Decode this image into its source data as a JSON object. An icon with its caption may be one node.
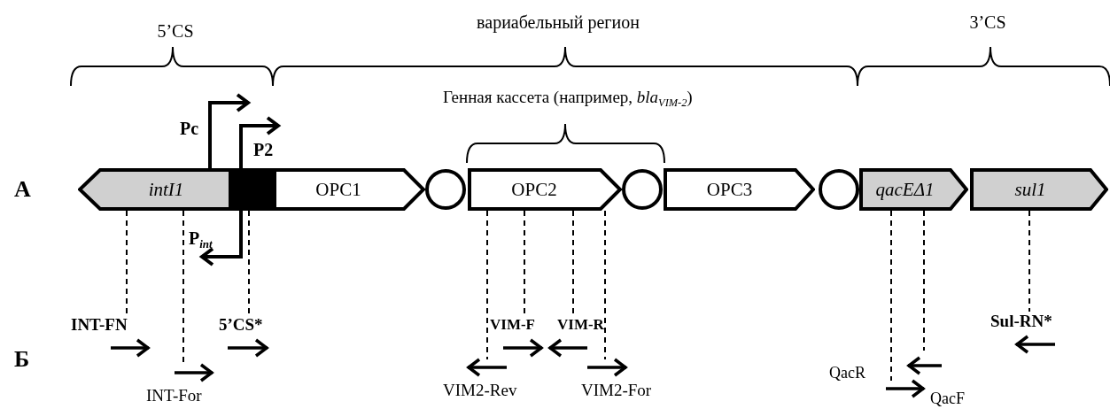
{
  "diagram": {
    "nodes": [
      {
        "text": [
          "intI1"
        ]
      },
      {
        "text": [],
        "shape": "box"
      },
      {
        "text": [
          "OPC1"
        ]
      },
      {
        "text": [],
        "shape": "circle"
      },
      {
        "text": [
          "OPC2"
        ]
      },
      {
        "text": [],
        "shape": "circle"
      },
      {
        "text": [
          "OPC3"
        ]
      },
      {
        "text": [],
        "shape": "circle"
      },
      {
        "text": [
          "qacEΔ1"
        ]
      },
      {
        "text": [
          "sul1"
        ]
      },
      {
        "text": [
          "INT-FN"
        ]
      },
      {
        "text": [
          "5’CS*"
        ]
      },
      {
        "text": [
          "VIM-F"
        ]
      },
      {
        "text": [
          "VIM-R"
        ]
      },
      {
        "text": [
          "Sul-RN*"
        ]
      },
      {
        "text": [
          "INT-For"
        ]
      },
      {
        "text": [
          "VIM2-Rev"
        ]
      },
      {
        "text": [
          "VIM2-For"
        ]
      },
      {
        "text": [
          "QacR"
        ]
      },
      {
        "text": [
          "QacF"
        ]
      }
    ],
    "edges": [
      {
        "from": 0,
        "to": 10,
        "arrow": "none",
        "style": "dashed"
      },
      {
        "from": 0,
        "to": 15,
        "arrow": "none",
        "style": "dashed"
      },
      {
        "from": 1,
        "to": 11,
        "arrow": "none",
        "style": "dashed"
      },
      {
        "from": 4,
        "to": 16,
        "arrow": "none",
        "style": "dashed"
      },
      {
        "from": 4,
        "to": 12,
        "arrow": "none",
        "style": "dashed"
      },
      {
        "from": 4,
        "to": 13,
        "arrow": "none",
        "style": "dashed"
      },
      {
        "from": 4,
        "to": 17,
        "arrow": "none",
        "style": "dashed"
      },
      {
        "from": 8,
        "to": 19,
        "arrow": "none",
        "style": "dashed"
      },
      {
        "from": 8,
        "to": 18,
        "arrow": "none",
        "style": "dashed"
      },
      {
        "from": 9,
        "to": 14,
        "arrow": "none",
        "style": "dashed"
      }
    ],
    "labels": [
      "вариабельный регион",
      "5’CS",
      "3’CS",
      "Генная кассета (например, *bla*$_{VIM-2}$)",
      "Pc",
      "P2",
      "А",
      "P$_{int}$",
      "Б"
    ]
  }
}
